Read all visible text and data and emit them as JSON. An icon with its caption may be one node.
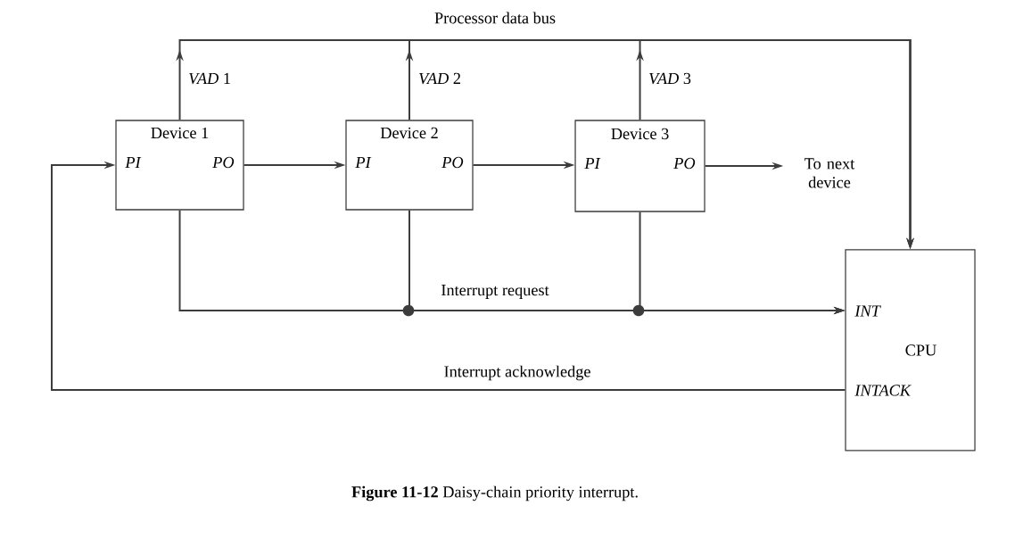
{
  "diagram": {
    "caption": "**Figure 11-12** Daisy-chain priority interrupt.",
    "nodes": [
      {
        "text": [
          "Device 1",
          "PI",
          "PO"
        ]
      },
      {
        "text": [
          "Device 2",
          "PI",
          "PO"
        ]
      },
      {
        "text": [
          "Device 3",
          "PI",
          "PO"
        ]
      },
      {
        "text": [
          "INT",
          "CPU",
          "INTACK"
        ]
      },
      {
        "text": [
          "To next device"
        ]
      }
    ],
    "edges": [
      {
        "from": 0,
        "to": 3,
        "arrow": "to",
        "label": "*VAD* 1"
      },
      {
        "from": 1,
        "to": 3,
        "arrow": "to",
        "label": "*VAD* 2"
      },
      {
        "from": 2,
        "to": 3,
        "arrow": "to",
        "label": "*VAD* 3"
      },
      {
        "from": 0,
        "to": 3,
        "arrow": "to",
        "label": "Interrupt request"
      },
      {
        "from": 1,
        "to": 3,
        "arrow": "to"
      },
      {
        "from": 2,
        "to": 3,
        "arrow": "to"
      },
      {
        "from": 3,
        "to": 0,
        "arrow": "to",
        "label": "Interrupt acknowledge"
      },
      {
        "from": 0,
        "to": 1,
        "arrow": "to"
      },
      {
        "from": 1,
        "to": 2,
        "arrow": "to"
      },
      {
        "from": 2,
        "to": 4,
        "arrow": "to"
      }
    ],
    "labels": [
      "Processor data bus"
    ]
  }
}
